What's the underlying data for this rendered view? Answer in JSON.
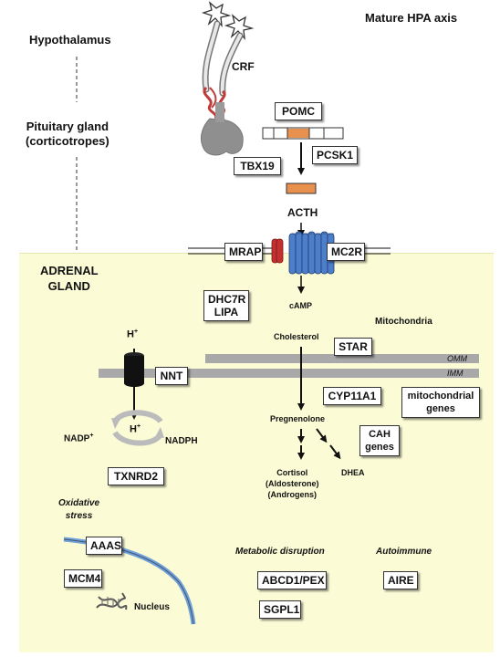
{
  "title": "Mature HPA axis",
  "regions": {
    "hypothalamus": "Hypothalamus",
    "pituitary_line1": "Pituitary gland",
    "pituitary_line2": "(corticotropes)",
    "adrenal_line1": "ADRENAL",
    "adrenal_line2": "GLAND"
  },
  "hormones": {
    "crf": "CRF",
    "pomc": "POMC",
    "acth": "ACTH",
    "camp": "cAMP"
  },
  "genes": {
    "tbx19": "TBX19",
    "pcsk1": "PCSK1",
    "mrap": "MRAP",
    "mc2r": "MC2R",
    "dhc7r_line1": "DHC7R",
    "dhc7r_line2": "LIPA",
    "star": "STAR",
    "cyp11a1": "CYP11A1",
    "mito_line1": "mitochondrial",
    "mito_line2": "genes",
    "cah_line1": "CAH",
    "cah_line2": "genes",
    "nnt": "NNT",
    "txnrd2": "TXNRD2",
    "aaas": "AAAS",
    "mcm4": "MCM4",
    "abcd1": "ABCD1/PEX",
    "sgpl1": "SGPL1",
    "aire": "AIRE"
  },
  "pathway": {
    "mitochondria": "Mitochondria",
    "cholesterol": "Cholesterol",
    "omm": "OMM",
    "imm": "IMM",
    "pregnenolone": "Pregnenolone",
    "cortisol": "Cortisol",
    "aldosterone": "(Aldosterone)",
    "androgens": "(Androgens)",
    "dhea": "DHEA"
  },
  "redox": {
    "h_plus_top": "H",
    "h_plus_bottom": "H",
    "plus": "+",
    "nadp": "NADP",
    "nadph": "NADPH"
  },
  "categories": {
    "oxidative_line1": "Oxidative",
    "oxidative_line2": "stress",
    "metabolic": "Metabolic disruption",
    "autoimmune": "Autoimmune",
    "nucleus": "Nucleus"
  },
  "colors": {
    "adrenal_background": "#fbfbd6",
    "membrane": "#a9a9a9",
    "receptor": "#4d7ec9",
    "mrap": "#c23030",
    "acth_fragment": "#e8914f",
    "neuron_axon": "#c23b3b",
    "nucleus_envelope": "#6fa0d8"
  }
}
